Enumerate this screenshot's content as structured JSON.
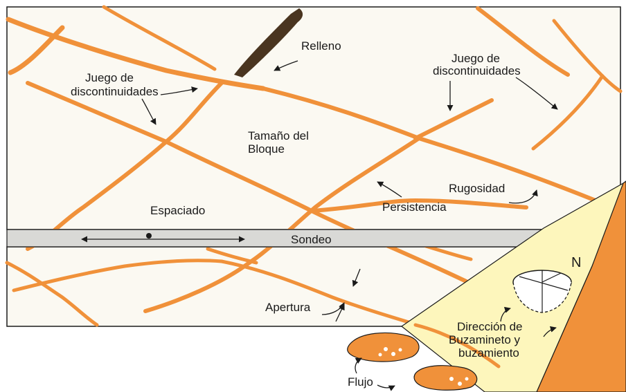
{
  "labels": {
    "relleno": "Relleno",
    "juego_left_line1": "Juego de",
    "juego_left_line2": "discontinuidades",
    "juego_right_line1": "Juego de",
    "juego_right_line2": "discontinuidades",
    "tamano_line1": "Tamaño del",
    "tamano_line2": "Bloque",
    "rugosidad": "Rugosidad",
    "persistencia": "Persistencia",
    "espaciado": "Espaciado",
    "sondeo": "Sondeo",
    "apertura": "Apertura",
    "flujo": "Flujo",
    "north": "N",
    "dip_line1": "Dirección de",
    "dip_line2": "Buzamineto y",
    "dip_line3": "buzamiento"
  },
  "colors": {
    "rock_fill": "#fbf9f2",
    "vein": "#f0913a",
    "sondeo_fill": "#d9d9d6",
    "outline": "#1a1a1a",
    "slope_face": "#fdf6bc",
    "slope_side": "#f0913a",
    "relleno_dark": "#4a3520"
  }
}
